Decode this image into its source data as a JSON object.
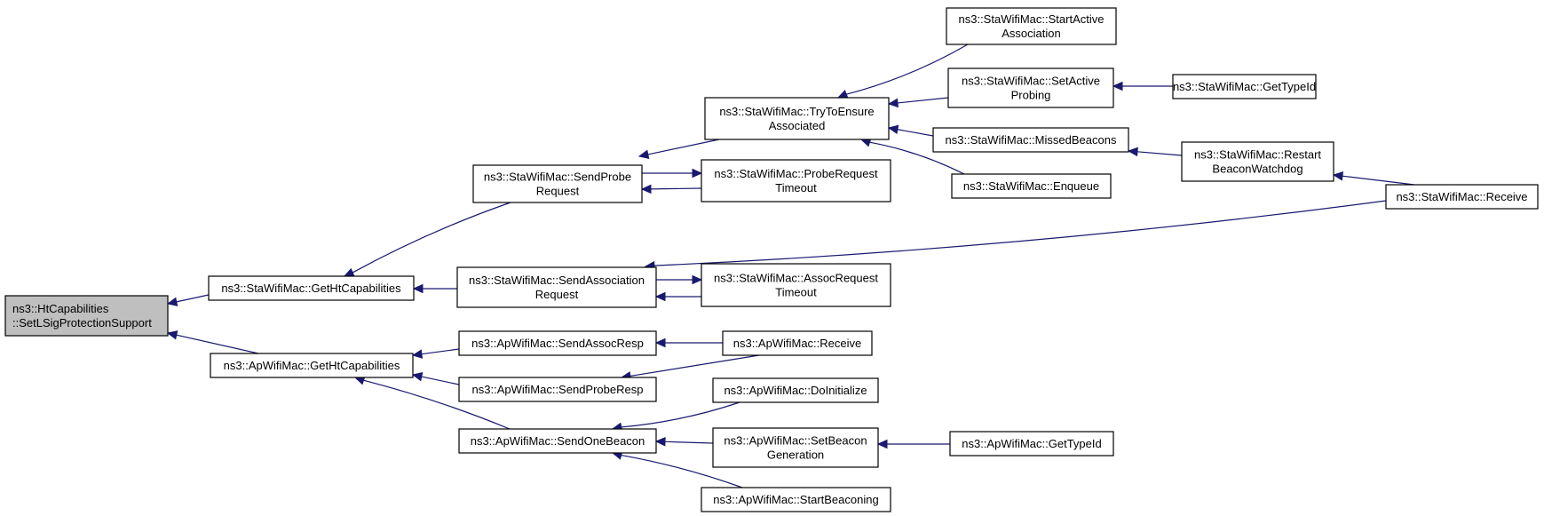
{
  "diagram": {
    "type": "call-graph",
    "edge_color": "#191970",
    "root_fill": "#bfbfbf",
    "nodes": {
      "root": [
        "ns3::HtCapabilities",
        "::SetLSigProtectionSupport"
      ],
      "sta_ght": [
        "ns3::StaWifiMac::GetHtCapabilities"
      ],
      "ap_ght": [
        "ns3::ApWifiMac::GetHtCapabilities"
      ],
      "sta_spr": [
        "ns3::StaWifiMac::SendProbe",
        "Request"
      ],
      "sta_sar": [
        "ns3::StaWifiMac::SendAssociation",
        "Request"
      ],
      "ap_sar": [
        "ns3::ApWifiMac::SendAssocResp"
      ],
      "ap_spr": [
        "ns3::ApWifiMac::SendProbeResp"
      ],
      "ap_sob": [
        "ns3::ApWifiMac::SendOneBeacon"
      ],
      "sta_tte": [
        "ns3::StaWifiMac::TryToEnsure",
        "Associated"
      ],
      "sta_prt": [
        "ns3::StaWifiMac::ProbeRequest",
        "Timeout"
      ],
      "sta_art": [
        "ns3::StaWifiMac::AssocRequest",
        "Timeout"
      ],
      "ap_recv": [
        "ns3::ApWifiMac::Receive"
      ],
      "ap_doi": [
        "ns3::ApWifiMac::DoInitialize"
      ],
      "ap_sbg": [
        "ns3::ApWifiMac::SetBeacon",
        "Generation"
      ],
      "ap_stb": [
        "ns3::ApWifiMac::StartBeaconing"
      ],
      "sta_saa": [
        "ns3::StaWifiMac::StartActive",
        "Association"
      ],
      "sta_sap": [
        "ns3::StaWifiMac::SetActive",
        "Probing"
      ],
      "sta_mb": [
        "ns3::StaWifiMac::MissedBeacons"
      ],
      "sta_enq": [
        "ns3::StaWifiMac::Enqueue"
      ],
      "ap_gti": [
        "ns3::ApWifiMac::GetTypeId"
      ],
      "sta_gti": [
        "ns3::StaWifiMac::GetTypeId"
      ],
      "sta_rbw": [
        "ns3::StaWifiMac::Restart",
        "BeaconWatchdog"
      ],
      "sta_recv": [
        "ns3::StaWifiMac::Receive"
      ]
    },
    "edges": [
      [
        "sta_ght",
        "root"
      ],
      [
        "ap_ght",
        "root"
      ],
      [
        "sta_spr",
        "sta_ght"
      ],
      [
        "sta_sar",
        "sta_ght"
      ],
      [
        "ap_sar",
        "ap_ght"
      ],
      [
        "ap_spr",
        "ap_ght"
      ],
      [
        "ap_sob",
        "ap_ght"
      ],
      [
        "sta_tte",
        "sta_spr"
      ],
      [
        "sta_prt",
        "sta_spr"
      ],
      [
        "sta_spr",
        "sta_prt"
      ],
      [
        "sta_art",
        "sta_sar"
      ],
      [
        "sta_sar",
        "sta_art"
      ],
      [
        "sta_recv",
        "sta_sar"
      ],
      [
        "ap_recv",
        "ap_sar"
      ],
      [
        "ap_recv",
        "ap_spr"
      ],
      [
        "ap_doi",
        "ap_sob"
      ],
      [
        "ap_sbg",
        "ap_sob"
      ],
      [
        "ap_stb",
        "ap_sob"
      ],
      [
        "sta_saa",
        "sta_tte"
      ],
      [
        "sta_sap",
        "sta_tte"
      ],
      [
        "sta_mb",
        "sta_tte"
      ],
      [
        "sta_enq",
        "sta_tte"
      ],
      [
        "ap_gti",
        "ap_sbg"
      ],
      [
        "sta_gti",
        "sta_sap"
      ],
      [
        "sta_rbw",
        "sta_mb"
      ],
      [
        "sta_recv",
        "sta_rbw"
      ]
    ]
  }
}
